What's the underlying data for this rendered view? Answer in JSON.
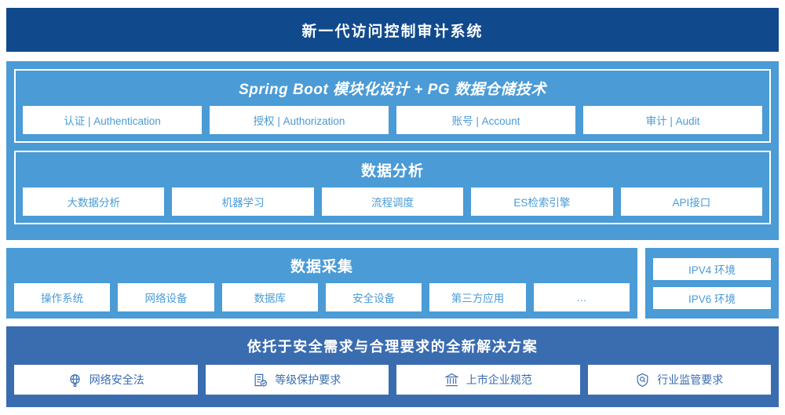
{
  "header": {
    "title": "新一代访问控制审计系统",
    "bg_color": "#104a8d"
  },
  "colors": {
    "panel_blue": "#4a9bd6",
    "panel_dark_blue": "#3a6cb0",
    "header_navy": "#104a8d",
    "card_bg": "#ffffff"
  },
  "platform": {
    "title": "Spring Boot 模块化设计 + PG 数据仓储技术",
    "cards": [
      {
        "label": "认证 | Authentication"
      },
      {
        "label": "授权 | Authorization"
      },
      {
        "label": "账号 | Account"
      },
      {
        "label": "审计 | Audit"
      }
    ]
  },
  "analysis": {
    "title": "数据分析",
    "cards": [
      {
        "label": "大数据分析"
      },
      {
        "label": "机器学习"
      },
      {
        "label": "流程调度"
      },
      {
        "label": "ES检索引擎"
      },
      {
        "label": "API接口"
      }
    ]
  },
  "collection": {
    "title": "数据采集",
    "cards": [
      {
        "label": "操作系统"
      },
      {
        "label": "网络设备"
      },
      {
        "label": "数据库"
      },
      {
        "label": "安全设备"
      },
      {
        "label": "第三方应用"
      },
      {
        "label": "…"
      }
    ]
  },
  "environment": {
    "cards": [
      {
        "label": "IPV4 环境"
      },
      {
        "label": "IPV6 环境"
      }
    ]
  },
  "compliance": {
    "title": "依托于安全需求与合理要求的全新解决方案",
    "cards": [
      {
        "label": "网络安全法",
        "icon": "globe-network-icon"
      },
      {
        "label": "等级保护要求",
        "icon": "document-check-icon"
      },
      {
        "label": "上市企业规范",
        "icon": "bank-building-icon"
      },
      {
        "label": "行业监管要求",
        "icon": "shield-search-icon"
      }
    ]
  }
}
